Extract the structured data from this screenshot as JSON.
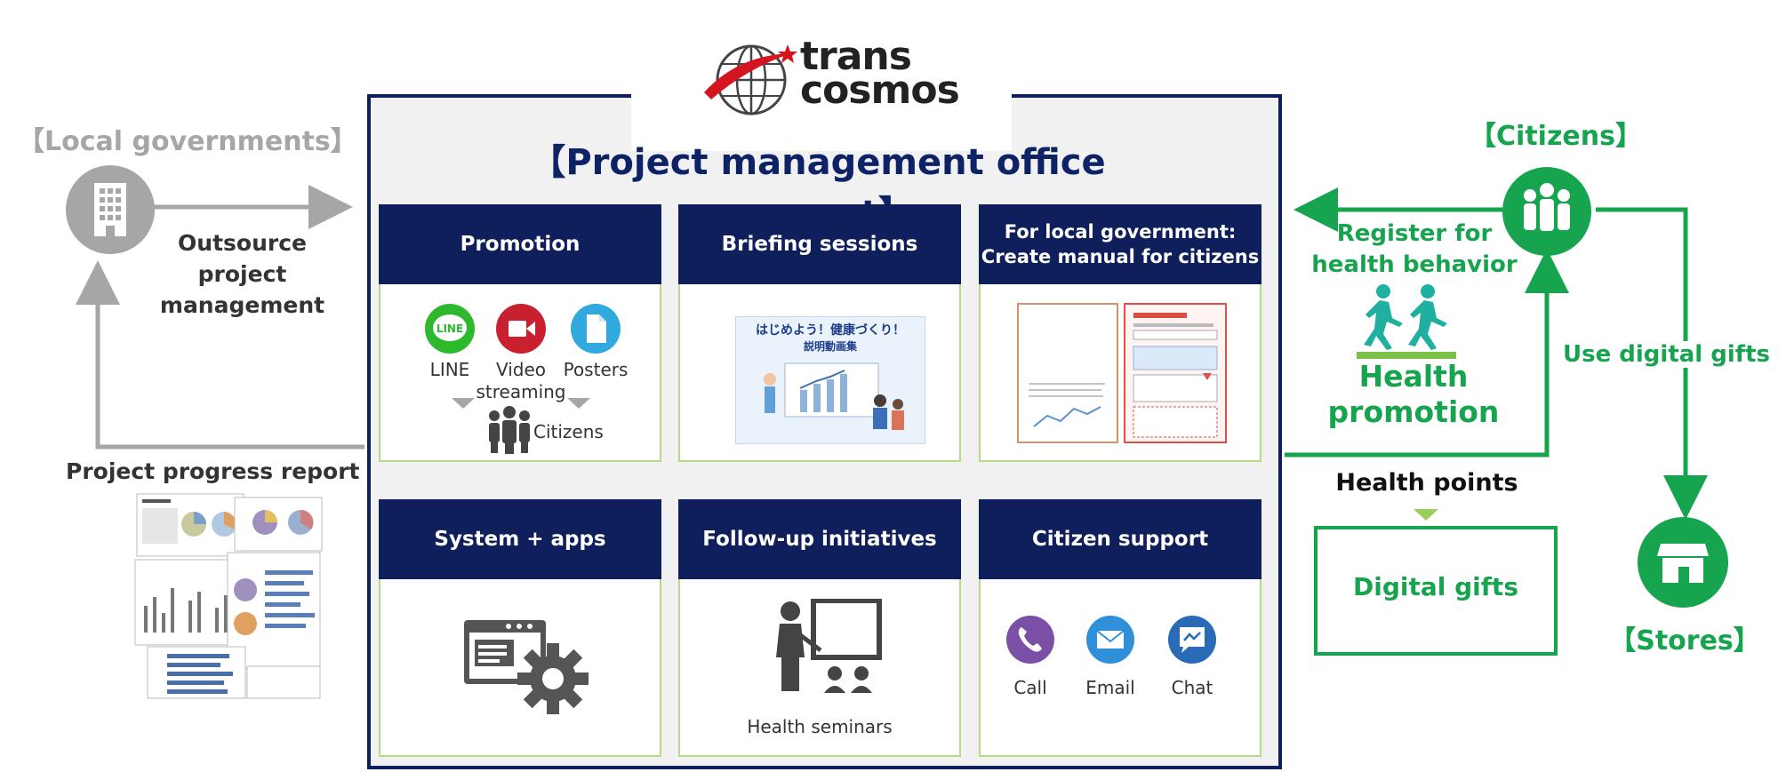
{
  "logo": {
    "line1": "trans",
    "line2": "cosmos"
  },
  "main_title": "【Project management office support】",
  "local_governments": {
    "title": "【Local governments】",
    "outsource": "Outsource\nproject\nmanagement",
    "report": "Project progress report"
  },
  "citizens": {
    "title": "【Citizens】",
    "register": "Register for\nhealth behavior",
    "promotion": "Health\npromotion",
    "use_gifts": "Use digital gifts"
  },
  "stores": {
    "title": "【Stores】"
  },
  "health_points": "Health points",
  "digital_gifts": "Digital gifts",
  "cards": {
    "promotion": {
      "title": "Promotion",
      "line": "LINE",
      "line_icon": "LINE",
      "video": "Video\nstreaming",
      "posters": "Posters",
      "citizens": "Citizens"
    },
    "briefing": {
      "title": "Briefing sessions",
      "jp_title": "はじめよう！健康づくり！",
      "jp_sub": "説明動画集"
    },
    "manual": {
      "title": "For local government:\nCreate manual for citizens"
    },
    "system": {
      "title": "System + apps"
    },
    "followup": {
      "title": "Follow-up initiatives",
      "seminars": "Health seminars"
    },
    "support": {
      "title": "Citizen support",
      "call": "Call",
      "email": "Email",
      "chat": "Chat"
    }
  },
  "colors": {
    "navy": "#0e1f5c",
    "green": "#16a44f",
    "gray": "#a6a6a6",
    "card_border": "#b7d98a"
  }
}
